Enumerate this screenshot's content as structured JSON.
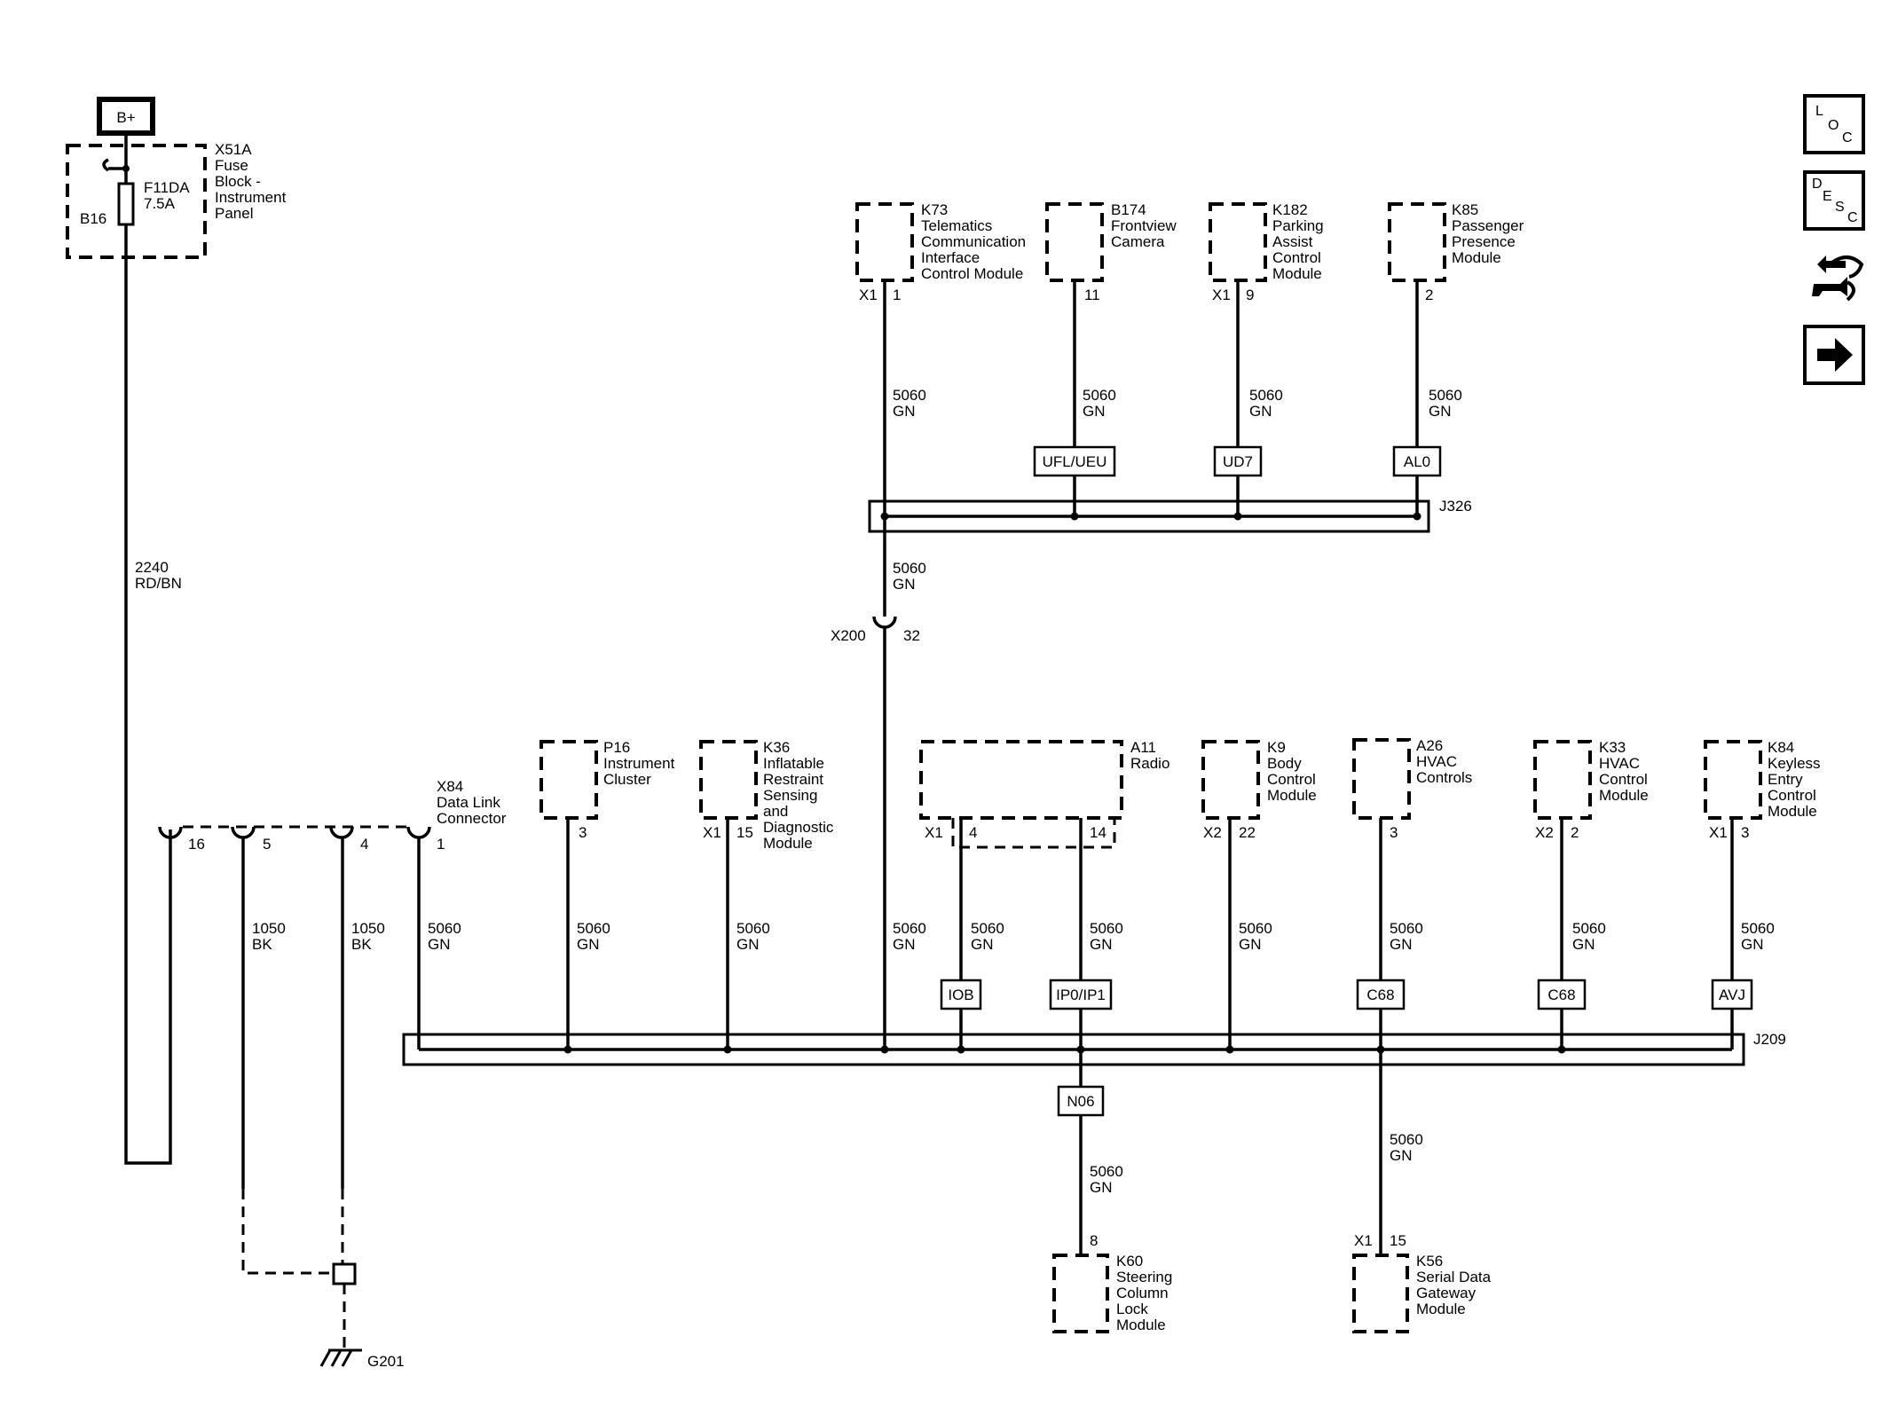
{
  "power": {
    "label": "B+"
  },
  "fuse_block": {
    "ref": "X51A",
    "name_lines": [
      "Fuse",
      "Block -",
      "Instrument",
      "Panel"
    ],
    "fuse": "F11DA",
    "rating": "7.5A",
    "pin": "B16"
  },
  "feed_wire": {
    "circuit": "2240",
    "color": "RD/BN"
  },
  "dlc": {
    "ref": "X84",
    "name_lines": [
      "Data Link",
      "Connector"
    ],
    "pins": [
      "16",
      "5",
      "4",
      "1"
    ]
  },
  "ground_wires": [
    {
      "circuit": "1050",
      "color": "BK"
    },
    {
      "circuit": "1050",
      "color": "BK"
    }
  ],
  "ground": {
    "label": "G201"
  },
  "serial_wire": {
    "circuit": "5060",
    "color": "GN"
  },
  "top_modules": [
    {
      "ref": "K73",
      "name_lines": [
        "Telematics",
        "Communication",
        "Interface",
        "Control Module"
      ],
      "connector": "X1",
      "pin": "1"
    },
    {
      "ref": "B174",
      "name_lines": [
        "Frontview",
        "Camera"
      ],
      "connector": "",
      "pin": "11",
      "option": "UFL/UEU"
    },
    {
      "ref": "K182",
      "name_lines": [
        "Parking",
        "Assist",
        "Control",
        "Module"
      ],
      "connector": "X1",
      "pin": "9",
      "option": "UD7"
    },
    {
      "ref": "K85",
      "name_lines": [
        "Passenger",
        "Presence",
        "Module"
      ],
      "connector": "",
      "pin": "2",
      "option": "AL0"
    }
  ],
  "splice_top": {
    "ref": "J326"
  },
  "inline_connector": {
    "ref": "X200",
    "pin": "32"
  },
  "bottom_modules": [
    {
      "ref": "P16",
      "name_lines": [
        "Instrument",
        "Cluster"
      ],
      "connector": "",
      "pin": "3"
    },
    {
      "ref": "K36",
      "name_lines": [
        "Inflatable",
        "Restraint",
        "Sensing",
        "and",
        "Diagnostic",
        "Module"
      ],
      "connector": "X1",
      "pin": "15"
    },
    {
      "ref": "A11",
      "name_lines": [
        "Radio"
      ],
      "connector": "X1",
      "pins": [
        "4",
        "14"
      ],
      "options": [
        "IOB",
        "IP0/IP1"
      ]
    },
    {
      "ref": "K9",
      "name_lines": [
        "Body",
        "Control",
        "Module"
      ],
      "connector": "X2",
      "pin": "22"
    },
    {
      "ref": "A26",
      "name_lines": [
        "HVAC",
        "Controls"
      ],
      "connector": "",
      "pin": "3",
      "option": "C68"
    },
    {
      "ref": "K33",
      "name_lines": [
        "HVAC",
        "Control",
        "Module"
      ],
      "connector": "X2",
      "pin": "2",
      "option": "C68"
    },
    {
      "ref": "K84",
      "name_lines": [
        "Keyless",
        "Entry",
        "Control",
        "Module"
      ],
      "connector": "X1",
      "pin": "3",
      "option": "AVJ"
    }
  ],
  "splice_bottom": {
    "ref": "J209"
  },
  "lower_modules": [
    {
      "ref": "K60",
      "name_lines": [
        "Steering",
        "Column",
        "Lock",
        "Module"
      ],
      "connector": "",
      "pin": "8",
      "option": "N06"
    },
    {
      "ref": "K56",
      "name_lines": [
        "Serial Data",
        "Gateway",
        "Module"
      ],
      "connector": "X1",
      "pin": "15"
    }
  ],
  "nav_buttons": [
    {
      "icon": "location-icon",
      "letters": [
        "L",
        "O",
        "C"
      ]
    },
    {
      "icon": "description-icon",
      "letters": [
        "D",
        "E",
        "S",
        "C"
      ]
    },
    {
      "icon": "diagnostic-icon"
    },
    {
      "icon": "next-arrow-icon"
    }
  ]
}
